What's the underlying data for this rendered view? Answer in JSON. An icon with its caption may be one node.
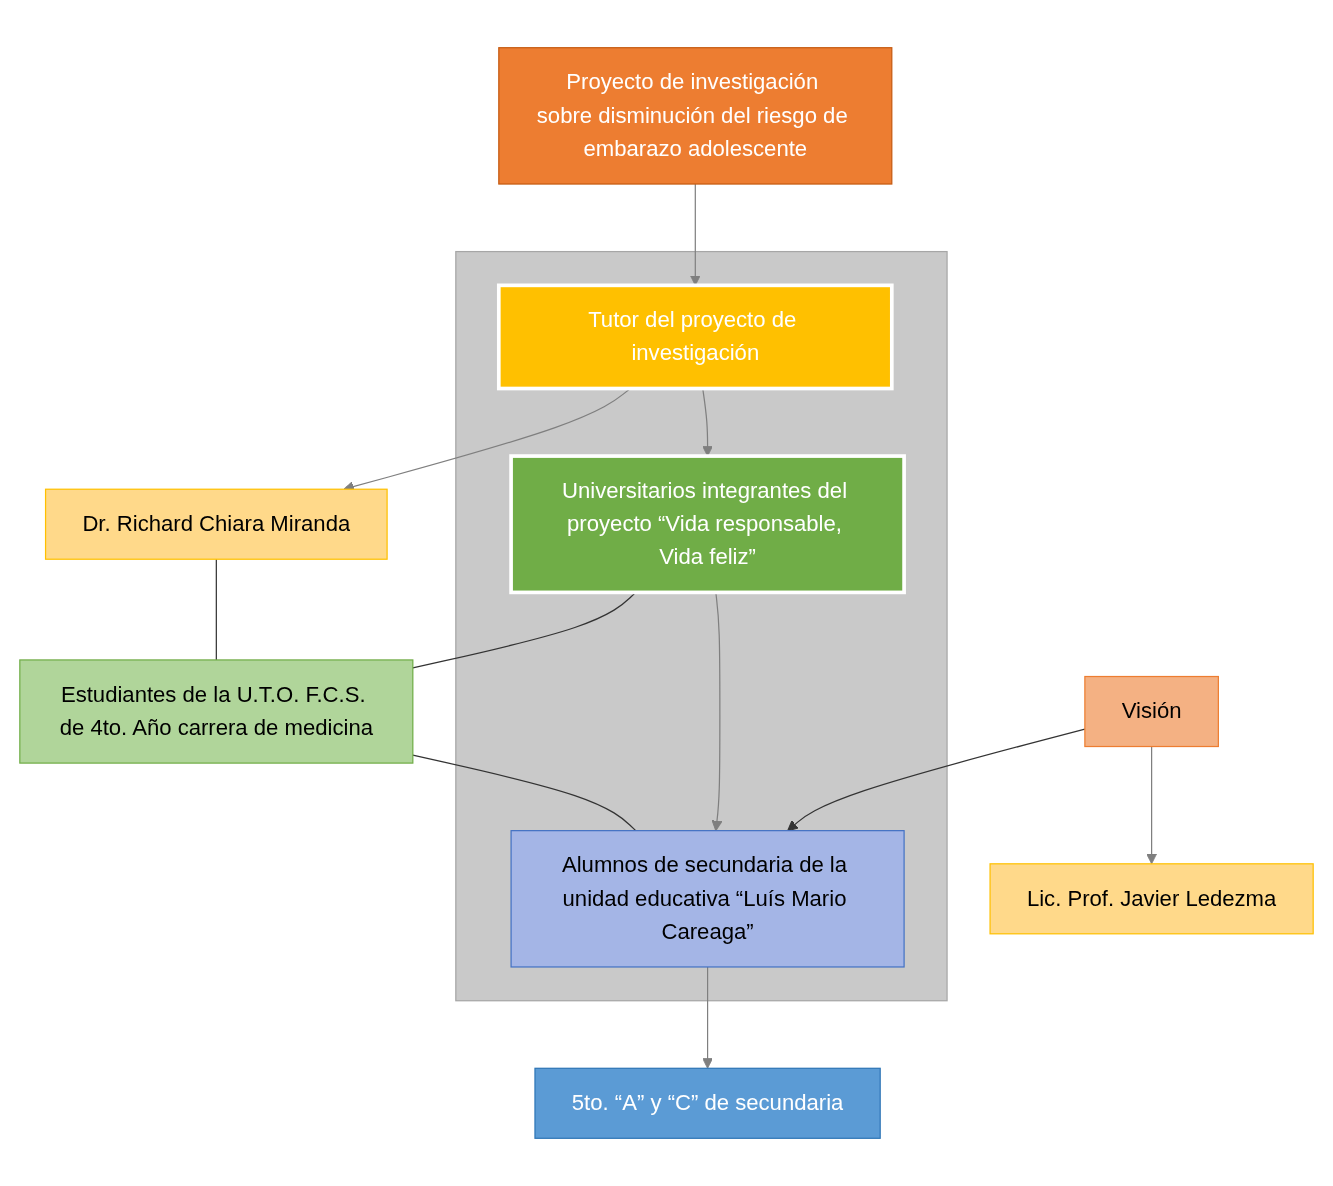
{
  "diagram": {
    "nodes": [
      {
        "text": [
          "Proyecto de investigación sobre disminución del riesgo de embarazo adolescente"
        ]
      },
      {
        "text": [],
        "shape": "box"
      },
      {
        "text": [
          "Tutor del proyecto de investigación"
        ],
        "in": 1
      },
      {
        "text": [
          "Dr. Richard Chiara Miranda"
        ]
      },
      {
        "text": [
          "Lic. Prof. Javier Ledezma"
        ]
      },
      {
        "text": [
          "Universitarios integrantes del proyecto “Vida responsable, Vida feliz”"
        ],
        "in": 1
      },
      {
        "text": [
          "Estudiantes de la U.T.O. F.C.S. de 4to. Año carrera de medicina"
        ]
      },
      {
        "text": [
          "Visión"
        ]
      },
      {
        "text": [
          "Alumnos de secundaria de la unidad educativa “Luís Mario Careaga”"
        ],
        "in": 1
      },
      {
        "text": [
          "5to. “A” y “C” de secundaria"
        ]
      }
    ],
    "edges": [
      {
        "from": 0,
        "to": 2,
        "arrow": "to",
        "color": "#7f7f7f"
      },
      {
        "from": 2,
        "to": 3,
        "arrow": "to",
        "color": "#7f7f7f"
      },
      {
        "from": 2,
        "to": 5,
        "arrow": "to",
        "color": "#7f7f7f"
      },
      {
        "from": 3,
        "to": 6,
        "arrow": "none"
      },
      {
        "from": 5,
        "to": 6,
        "arrow": "none"
      },
      {
        "from": 6,
        "to": 8,
        "arrow": "none"
      },
      {
        "from": 7,
        "to": 4,
        "arrow": "to",
        "color": "#7f7f7f"
      },
      {
        "from": 5,
        "to": 8,
        "arrow": "to",
        "color": "#7f7f7f"
      },
      {
        "from": 7,
        "to": 8,
        "arrow": "to"
      },
      {
        "from": 8,
        "to": 9,
        "arrow": "to",
        "color": "#7f7f7f"
      }
    ]
  }
}
